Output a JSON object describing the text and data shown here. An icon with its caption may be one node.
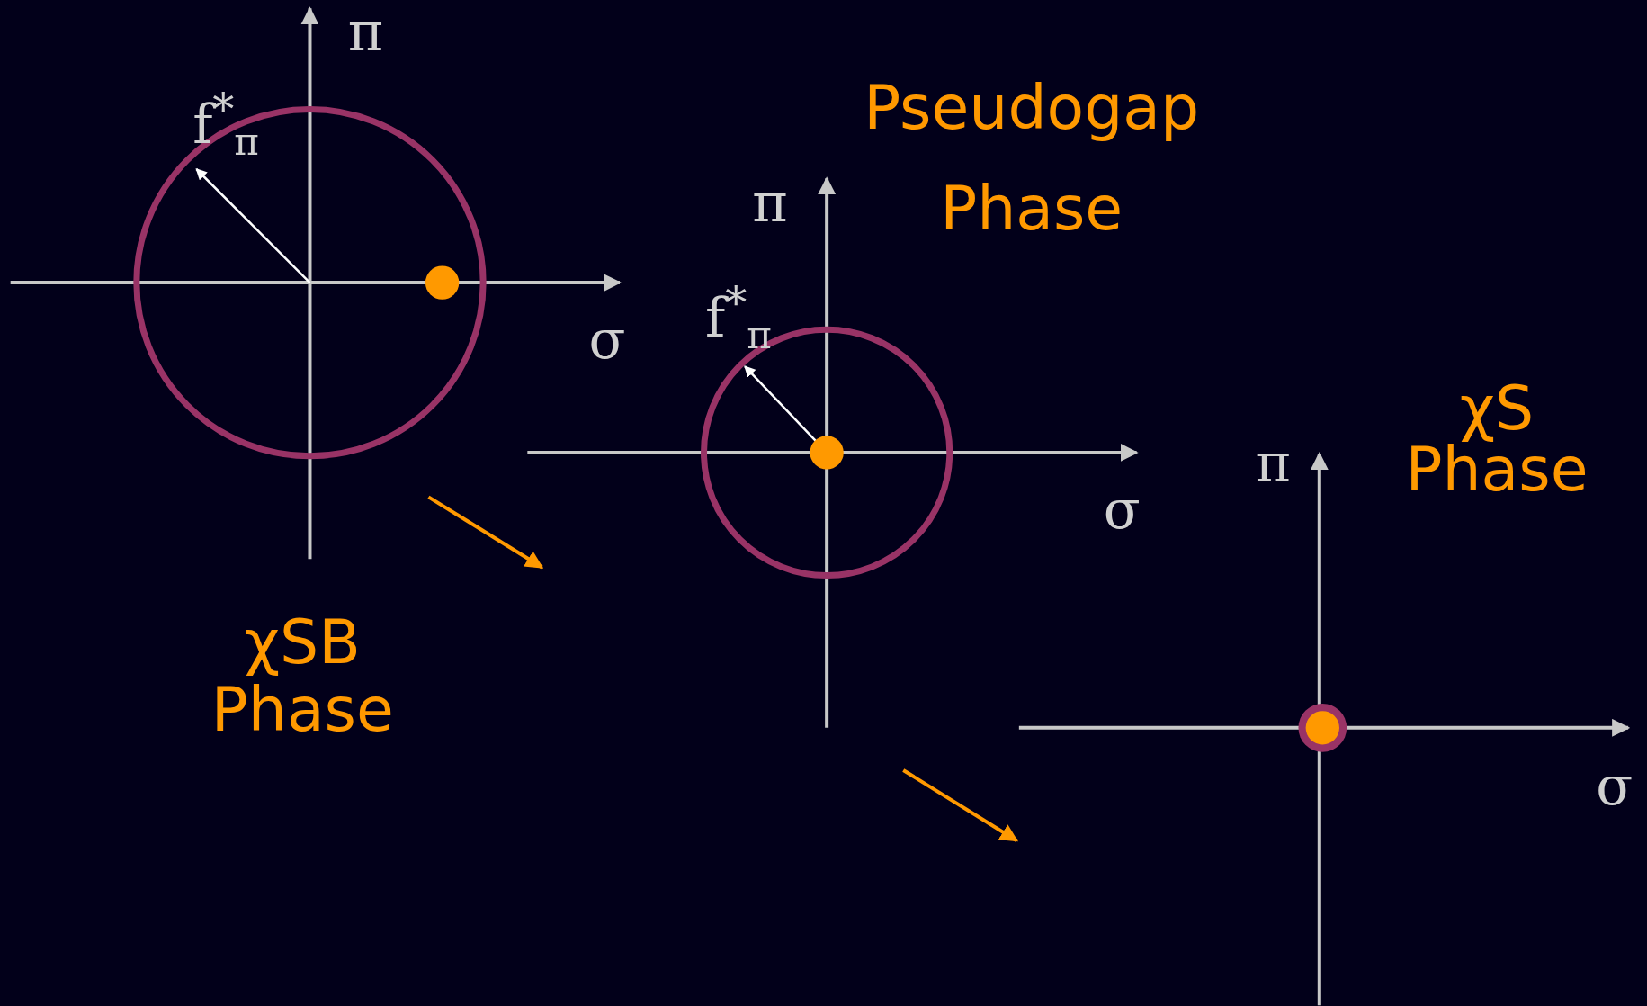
{
  "diagram": {
    "nodes": [
      {
        "text": [
          "χSB Phase"
        ]
      },
      {
        "text": [
          "Pseudogap Phase"
        ]
      },
      {
        "text": [
          "χS Phase"
        ]
      }
    ],
    "edges": [
      {
        "from": 0,
        "to": 1,
        "arrow": "to"
      },
      {
        "from": 1,
        "to": 2,
        "arrow": "to"
      }
    ],
    "labels": [
      "π",
      "f$^{*}$$_{π}$",
      "σ",
      "π",
      "f$^{*}$$_{π}$",
      "σ",
      "π",
      "σ"
    ]
  }
}
